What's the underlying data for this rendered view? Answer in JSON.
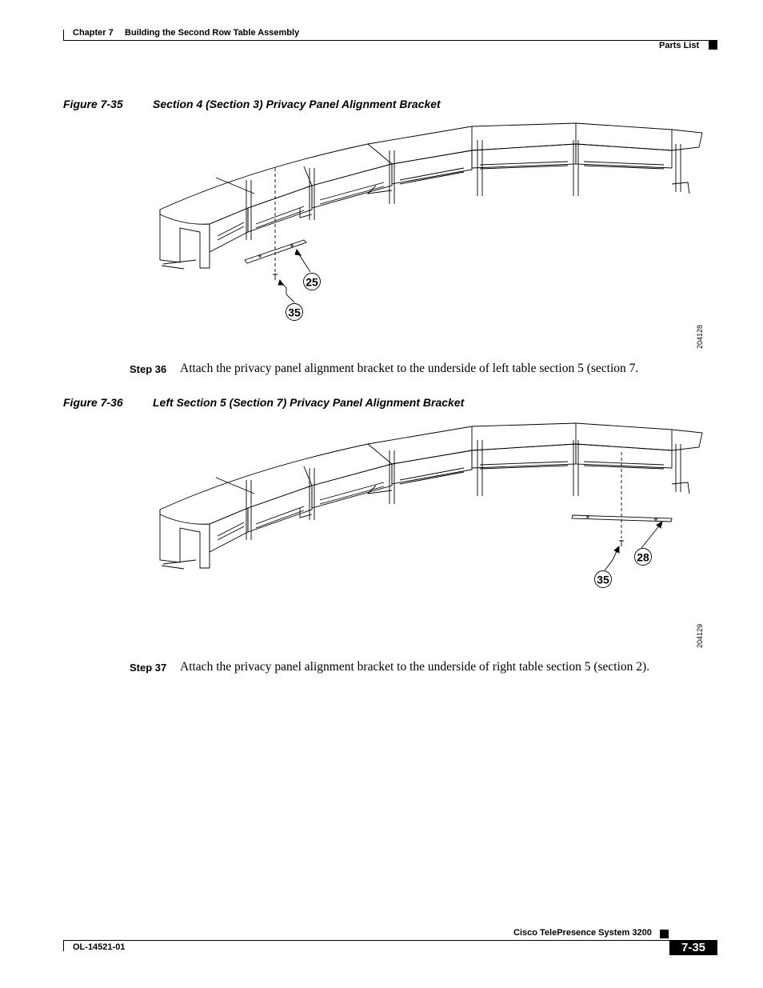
{
  "header": {
    "chapter": "Chapter 7",
    "chapter_title": "Building the Second Row Table Assembly",
    "section": "Parts List"
  },
  "figures": [
    {
      "number": "Figure 7-35",
      "title": "Section 4 (Section 3) Privacy Panel Alignment Bracket",
      "callouts": [
        "25",
        "35"
      ],
      "image_id": "204128"
    },
    {
      "number": "Figure 7-36",
      "title": "Left Section 5 (Section 7) Privacy Panel Alignment Bracket",
      "callouts": [
        "28",
        "35"
      ],
      "image_id": "204129"
    }
  ],
  "steps": [
    {
      "label": "Step 36",
      "text": "Attach the privacy panel alignment bracket to the underside of left table section 5 (section 7."
    },
    {
      "label": "Step 37",
      "text": "Attach the privacy panel alignment bracket to the underside of right table section 5 (section 2)."
    }
  ],
  "footer": {
    "doc_title": "Cisco TelePresence System 3200",
    "doc_number": "OL-14521-01",
    "page_number": "7-35"
  }
}
